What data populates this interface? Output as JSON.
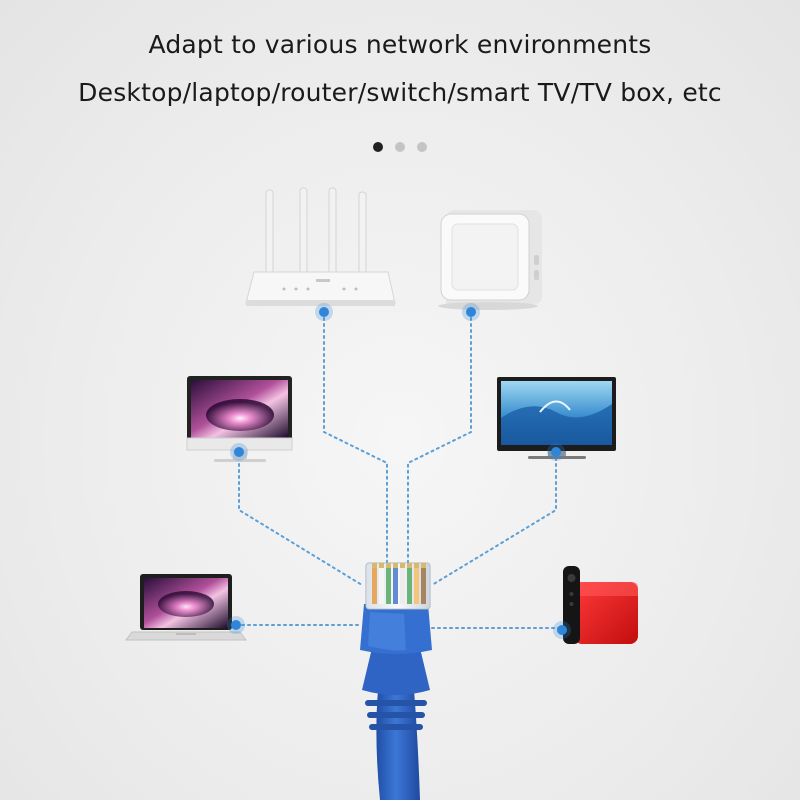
{
  "headline": {
    "line1": "Adapt to various network environments",
    "line2": "Desktop/laptop/router/switch/smart TV/TV box, etc"
  },
  "carousel": {
    "total": 3,
    "active_index": 0
  },
  "devices": [
    {
      "name": "router",
      "icon": "router-icon"
    },
    {
      "name": "switch",
      "icon": "switch-icon"
    },
    {
      "name": "desktop",
      "icon": "desktop-monitor-icon"
    },
    {
      "name": "smart-tv",
      "icon": "smart-tv-icon"
    },
    {
      "name": "laptop",
      "icon": "laptop-icon"
    },
    {
      "name": "tv-box",
      "icon": "tv-box-icon"
    }
  ],
  "colors": {
    "link_line": "#5b9fd6",
    "node": "#2f86d8",
    "cable": "#2f63c4",
    "tv_box": "#e02020"
  }
}
